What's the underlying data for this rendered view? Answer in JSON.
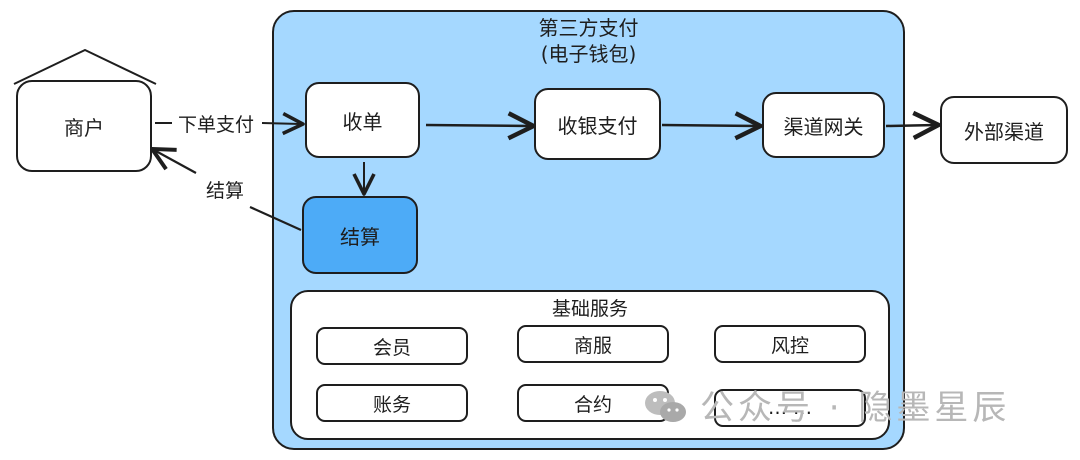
{
  "merchant": {
    "label": "商户"
  },
  "payment_system": {
    "title": "第三方支付",
    "subtitle": "(电子钱包)"
  },
  "nodes": {
    "collect": "收单",
    "cashier_pay": "收银支付",
    "channel_gateway": "渠道网关",
    "external_channel": "外部渠道",
    "settlement": "结算"
  },
  "edges": {
    "place_order_pay": "下单支付",
    "settlement_back": "结算"
  },
  "base_services": {
    "title": "基础服务",
    "items": [
      "会员",
      "商服",
      "风控",
      "账务",
      "合约",
      "… …"
    ]
  },
  "watermark": {
    "text": "公众号 · 隐墨星辰"
  },
  "colors": {
    "container_fill": "#a5d8ff",
    "settlement_fill": "#4dabf7",
    "stroke": "#1e1e1e",
    "watermark": "#b7b7b7"
  }
}
